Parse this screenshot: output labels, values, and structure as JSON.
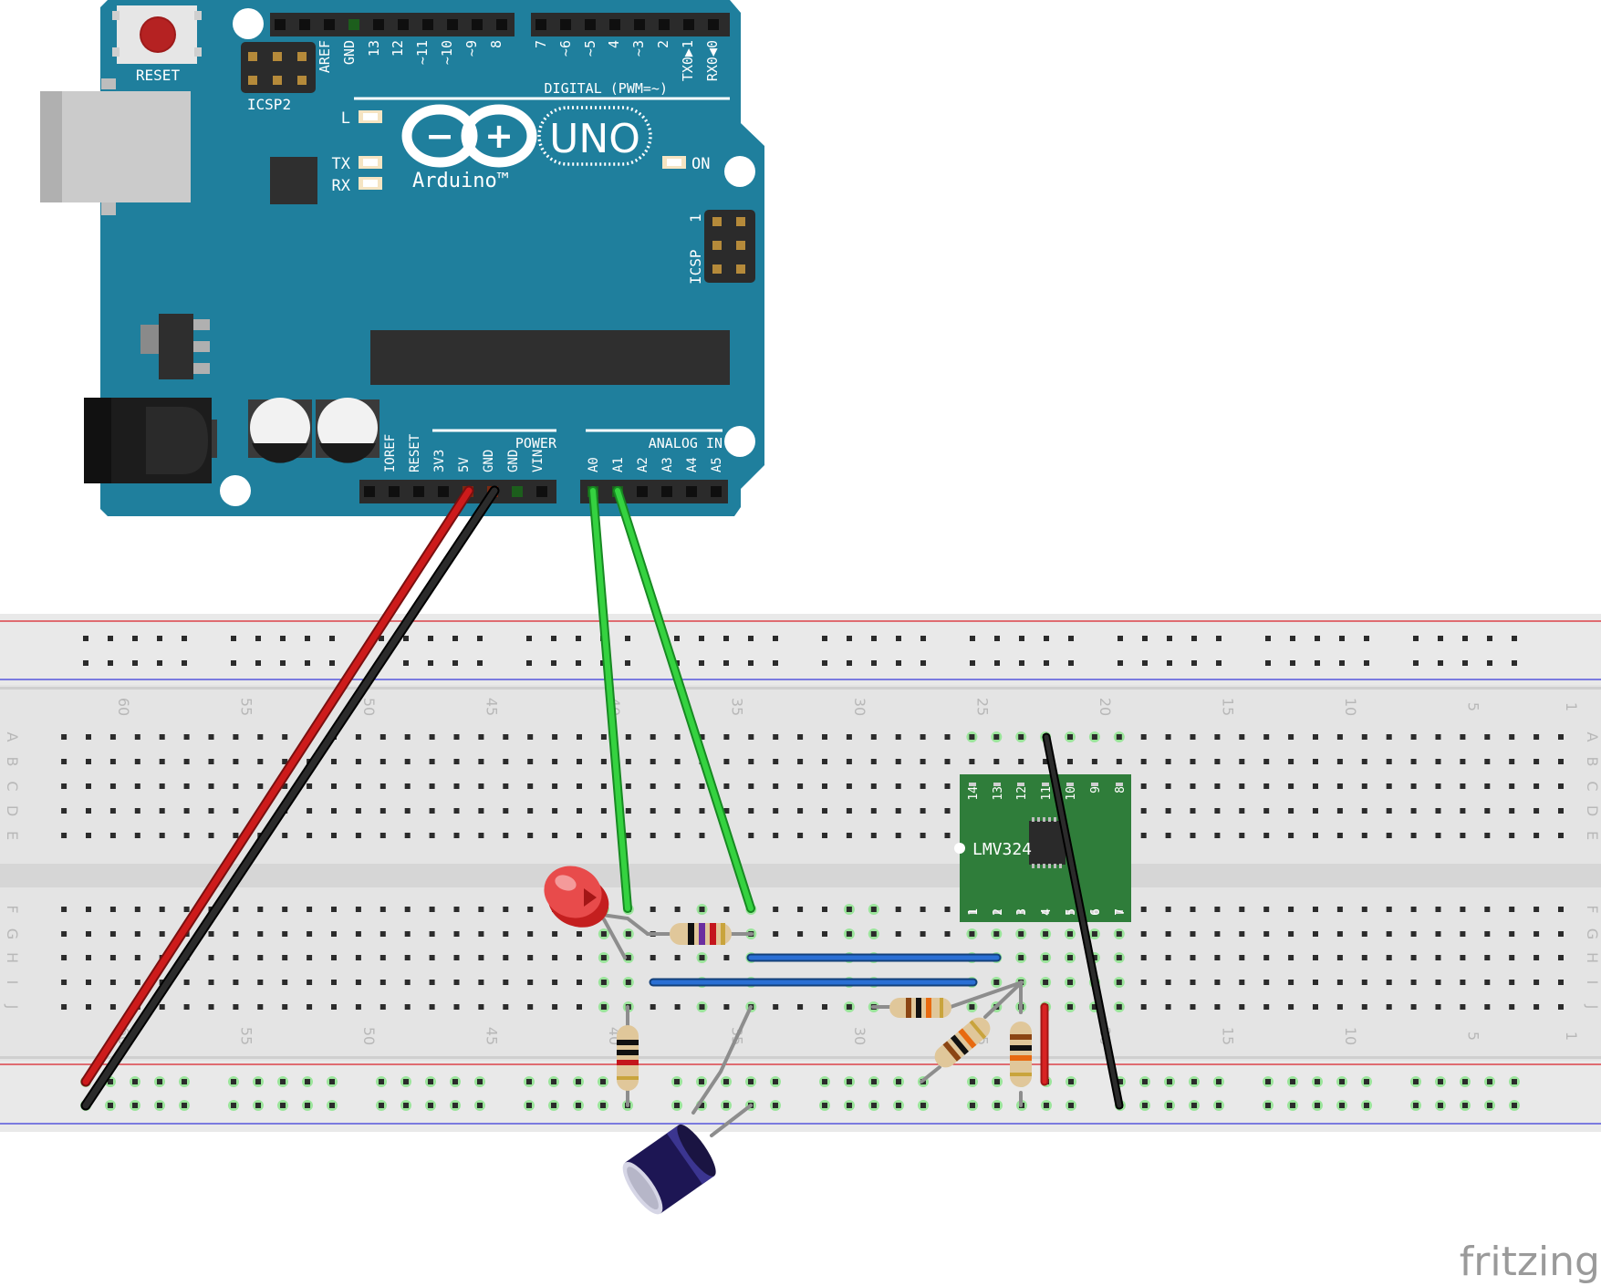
{
  "arduino": {
    "reset_label": "RESET",
    "icsp2_label": "ICSP2",
    "icsp_label": "ICSP",
    "icsp_pin1": "1",
    "digital_header_label": "DIGITAL (PWM=~)",
    "digital_pins": [
      "AREF",
      "GND",
      "13",
      "12",
      "~11",
      "~10",
      "~9",
      "8",
      "7",
      "~6",
      "~5",
      "4",
      "~3",
      "2",
      "TX0▶1",
      "RX0◀0"
    ],
    "led_l": "L",
    "led_tx": "TX",
    "led_rx": "RX",
    "led_on": "ON",
    "logo_minus": "−",
    "logo_plus": "+",
    "uno_label": "UNO",
    "brand_label": "Arduino™",
    "power_header_label": "POWER",
    "power_pins": [
      "IOREF",
      "RESET",
      "3V3",
      "5V",
      "GND",
      "GND",
      "VIN"
    ],
    "analog_header_label": "ANALOG IN",
    "analog_pins": [
      "A0",
      "A1",
      "A2",
      "A3",
      "A4",
      "A5"
    ]
  },
  "breadboard": {
    "column_numbers": [
      "60",
      "55",
      "50",
      "45",
      "40",
      "35",
      "30",
      "25",
      "20",
      "15",
      "10",
      "5",
      "1"
    ],
    "row_letters_top": [
      "A",
      "B",
      "C",
      "D",
      "E"
    ],
    "row_letters_bottom": [
      "F",
      "G",
      "H",
      "I",
      "J"
    ]
  },
  "ic": {
    "label": "LMV324",
    "pins_top": [
      "14",
      "13",
      "12",
      "11",
      "10",
      "9",
      "8"
    ],
    "pins_bottom": [
      "1",
      "2",
      "3",
      "4",
      "5",
      "6",
      "7"
    ]
  },
  "wires": [
    {
      "from": "5V",
      "to": "power rail (+)",
      "color": "#c81a1a"
    },
    {
      "from": "GND",
      "to": "power rail (−)",
      "color": "#262626"
    },
    {
      "from": "A0",
      "to": "breadboard",
      "color": "#2fc43a"
    },
    {
      "from": "A1",
      "to": "breadboard",
      "color": "#2fc43a"
    }
  ],
  "components": [
    "LED (red)",
    "resistor",
    "resistor",
    "resistor",
    "resistor",
    "resistor",
    "electrolytic capacitor",
    "LMV324 quad op-amp"
  ],
  "colors": {
    "board": "#1f7f9d",
    "breadboard": "#e6e6e6",
    "wire_red": "#c81a1a",
    "wire_black": "#262626",
    "wire_green": "#2fc43a",
    "wire_blue": "#2a6fd4",
    "ic_pcb": "#2f7d3a"
  },
  "watermark": "fritzing"
}
